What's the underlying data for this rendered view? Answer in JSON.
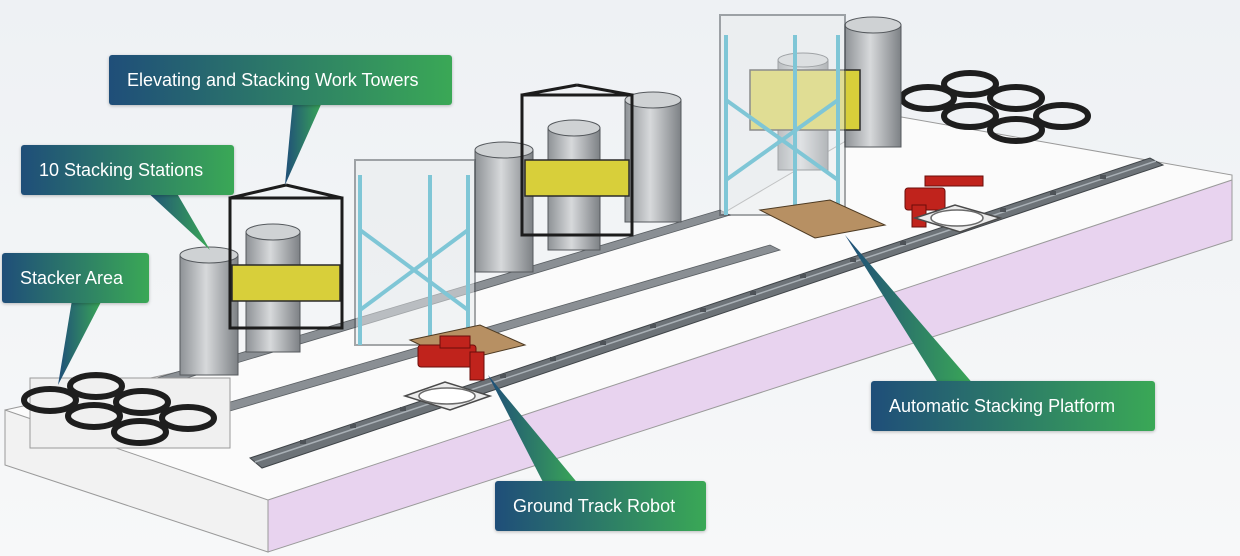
{
  "labels": {
    "elevating_towers": "Elevating and Stacking Work Towers",
    "stacking_stations": "10 Stacking Stations",
    "stacker_area": "Stacker Area",
    "stacking_platform": "Automatic Stacking Platform",
    "ground_robot": "Ground Track Robot"
  },
  "colors": {
    "callout_gradient_start": "#1f4e79",
    "callout_gradient_end": "#3aa856",
    "base_side": "#e8d3ef",
    "base_top": "#fafafa",
    "frame_cyan": "#7fc6d6",
    "robot_red": "#c0231c",
    "tank_gray": "#b9bcbf"
  }
}
